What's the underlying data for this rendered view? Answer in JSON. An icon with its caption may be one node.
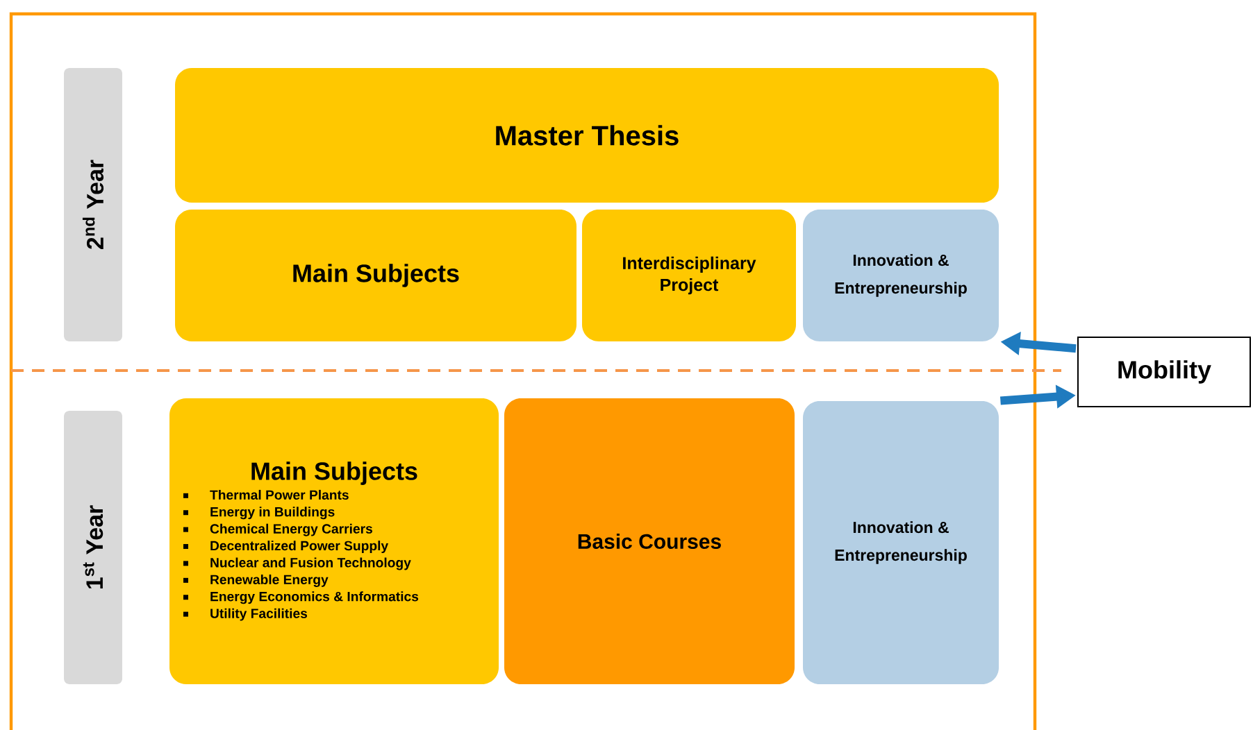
{
  "diagram": {
    "nodes": [
      {
        "text": [
          "2$^{nd}$ Year"
        ]
      },
      {
        "text": [
          "Master Thesis"
        ]
      },
      {
        "text": [
          "Main Subjects"
        ]
      },
      {
        "text": [
          "Interdisciplinary Project"
        ]
      },
      {
        "text": [
          "Innovation & Entrepreneurship"
        ]
      },
      {
        "text": [
          "Mobility"
        ]
      },
      {
        "text": [
          "1$^{st}$ Year"
        ]
      },
      {
        "text": [
          "Main Subjects",
          "Thermal Power Plants",
          "Energy in Buildings",
          "Chemical Energy Carriers",
          "Decentralized Power Supply",
          "Nuclear and Fusion Technology",
          "Renewable Energy",
          "Energy Economics & Informatics",
          "Utility Facilities"
        ]
      },
      {
        "text": [
          "Basic Courses"
        ]
      },
      {
        "text": [
          "Innovation & Entrepreneurship"
        ]
      }
    ],
    "edges": [
      {
        "from": 5,
        "to": 4,
        "arrow": "to"
      },
      {
        "from": 9,
        "to": 5,
        "arrow": "to"
      }
    ]
  }
}
